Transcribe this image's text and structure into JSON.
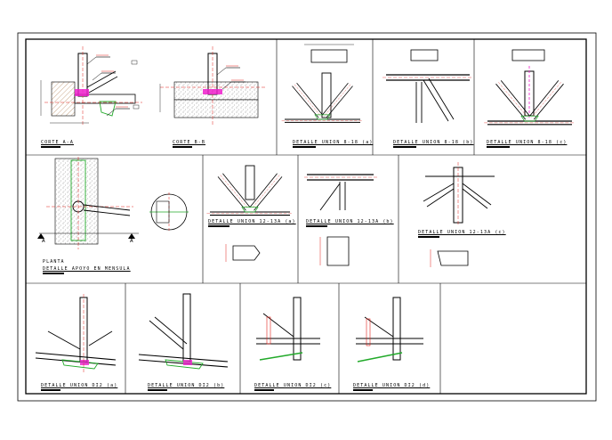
{
  "details": [
    {
      "id": "corte-a-a",
      "caption": "CORTE A-A"
    },
    {
      "id": "corte-b-b",
      "caption": "CORTE B-B"
    },
    {
      "id": "union-8-18-a",
      "caption": "DETALLE UNION 8-18 (a)"
    },
    {
      "id": "union-8-18-b",
      "caption": "DETALLE UNION 8-18 (b)"
    },
    {
      "id": "union-8-18-c",
      "caption": "DETALLE UNION 8-18 (c)"
    },
    {
      "id": "planta",
      "caption": "PLANTA"
    },
    {
      "id": "apoyo-mensula",
      "caption": "DETALLE APOYO EN MENSULA"
    },
    {
      "id": "union-12-13a-a",
      "caption": "DETALLE UNION 12-13A (a)"
    },
    {
      "id": "union-12-13a-b",
      "caption": "DETALLE UNION 12-13A (b)"
    },
    {
      "id": "union-12-13a-c",
      "caption": "DETALLE UNION 12-13A (c)"
    },
    {
      "id": "union-di2-a",
      "caption": "DETALLE UNION DI2 (a)"
    },
    {
      "id": "union-di2-b",
      "caption": "DETALLE UNION DI2 (b)"
    },
    {
      "id": "union-di2-c",
      "caption": "DETALLE UNION DI2 (c)"
    },
    {
      "id": "union-di2-d",
      "caption": "DETALLE UNION DI2 (d)"
    }
  ],
  "section_marks": {
    "left": "A",
    "right": "A"
  },
  "colors": {
    "line": "#000000",
    "red": "#e0201a",
    "magenta": "#ee1ecc",
    "green": "#22aa2a",
    "hatch": "#c9a88a"
  }
}
